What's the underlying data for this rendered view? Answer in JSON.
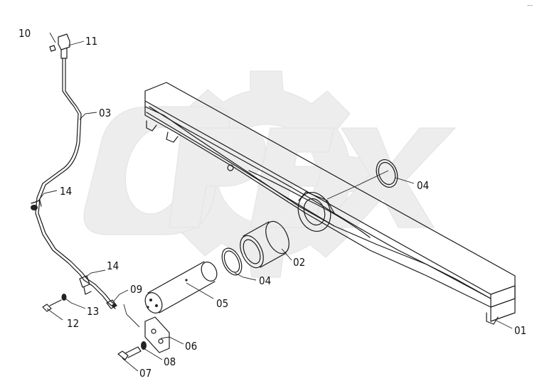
{
  "watermark": {
    "text": "OPEX",
    "color": "#ebebeb"
  },
  "corner_mark": "–-",
  "parts": {
    "p01": "01",
    "p02": "02",
    "p03": "03",
    "p04a": "04",
    "p04b": "04",
    "p05": "05",
    "p06": "06",
    "p07": "07",
    "p08": "08",
    "p09": "09",
    "p10": "10",
    "p11": "11",
    "p12": "12",
    "p13": "13",
    "p14a": "14",
    "p14b": "14"
  }
}
